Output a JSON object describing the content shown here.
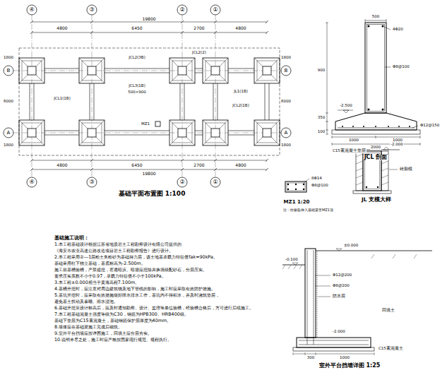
{
  "diagram": {
    "labels": [
      "④",
      "③",
      "②",
      "①",
      "19800",
      "4800",
      "6450",
      "2700",
      "4800",
      "B",
      "B",
      "A",
      "A",
      "1800",
      "6000",
      "1800",
      "1800",
      "6000",
      "1800",
      "JCL2(3B)",
      "JCL1(1B)",
      "JCL3(1B)",
      "500×900",
      "MZ1",
      "JL1(1B)",
      "JCL2(1B)",
      "JCL2(2)",
      "4800",
      "6450",
      "2700",
      "4800",
      "19800",
      "④",
      "③",
      "②",
      "①",
      "基础平面布置图 1:100",
      "500",
      "4Φ20",
      "Φ8@100",
      "900",
      "350",
      "100",
      "-2.500",
      "Φ12@150",
      "1000",
      "1000",
      "2000",
      "C15素混凝土垫层",
      "JCL 剖面",
      "8Φ14",
      "Φ8@100",
      "MZ1 1:20",
      "注：柱纵筋伸入基础梁至MZ1顶",
      "-2.000",
      "砖胎模",
      "JL 支模大样",
      "±0.000",
      "-0.100",
      "Φ12@200",
      "Φ8@200",
      "防水层",
      "回填土",
      "-2.000",
      "C15素混凝土",
      "300",
      "1000",
      "室外平台挡墙详图 1:25",
      "基础施工说明：",
      "1.本工程基础设计根据江苏省地质岩土工程勘察设计有限公司提供的",
      "《海安市农业高速公路改造项目岩土工程勘察报告》进行设计。",
      "2.本工程采用②—1层粉土夹粉砂为基础持力层，该土地基承载力特征值fak=90kPa。",
      "基础采用柱下独立基础，基底标高为-2.500m。",
      "施工前基槽验槽，严禁超挖，若遇暗浜、暗塘应挖除并换填级配砂石，分层压实。",
      "要求压实系数不小于0.97，承载力特征值不小于100kPa。",
      "3.本工程±0.000相当于黄海高程7.100m。",
      "4.基槽开挖时，应注意对周边建筑物及地下管线的影响，施工时应采取有效防护措施。",
      "5.基坑开挖时，应采取有效措施做好降水排水工作，基坑内不得积水，并及时浇筑垫层，",
      "避免基土扰动及暴晒、雨水浸泡。",
      "6.基础开挖至设计标高后，应及时通知勘察、设计、监理等单位验槽，经验槽合格后，方可进行后续施工。",
      "7.本工程基础混凝土强度等级为C30，钢筋为HPB300、HRB400级。",
      "基础下垫层为C15素混凝土，基础钢筋保护层厚度为40mm。",
      "8.墙体应在基础梁施工完成后砌筑。",
      "9.室外平台挡墙应按详图施工，回填土应分层夯实。",
      "10.说明未尽之处，施工时应严格按国家现行规范、规程执行。"
    ]
  }
}
